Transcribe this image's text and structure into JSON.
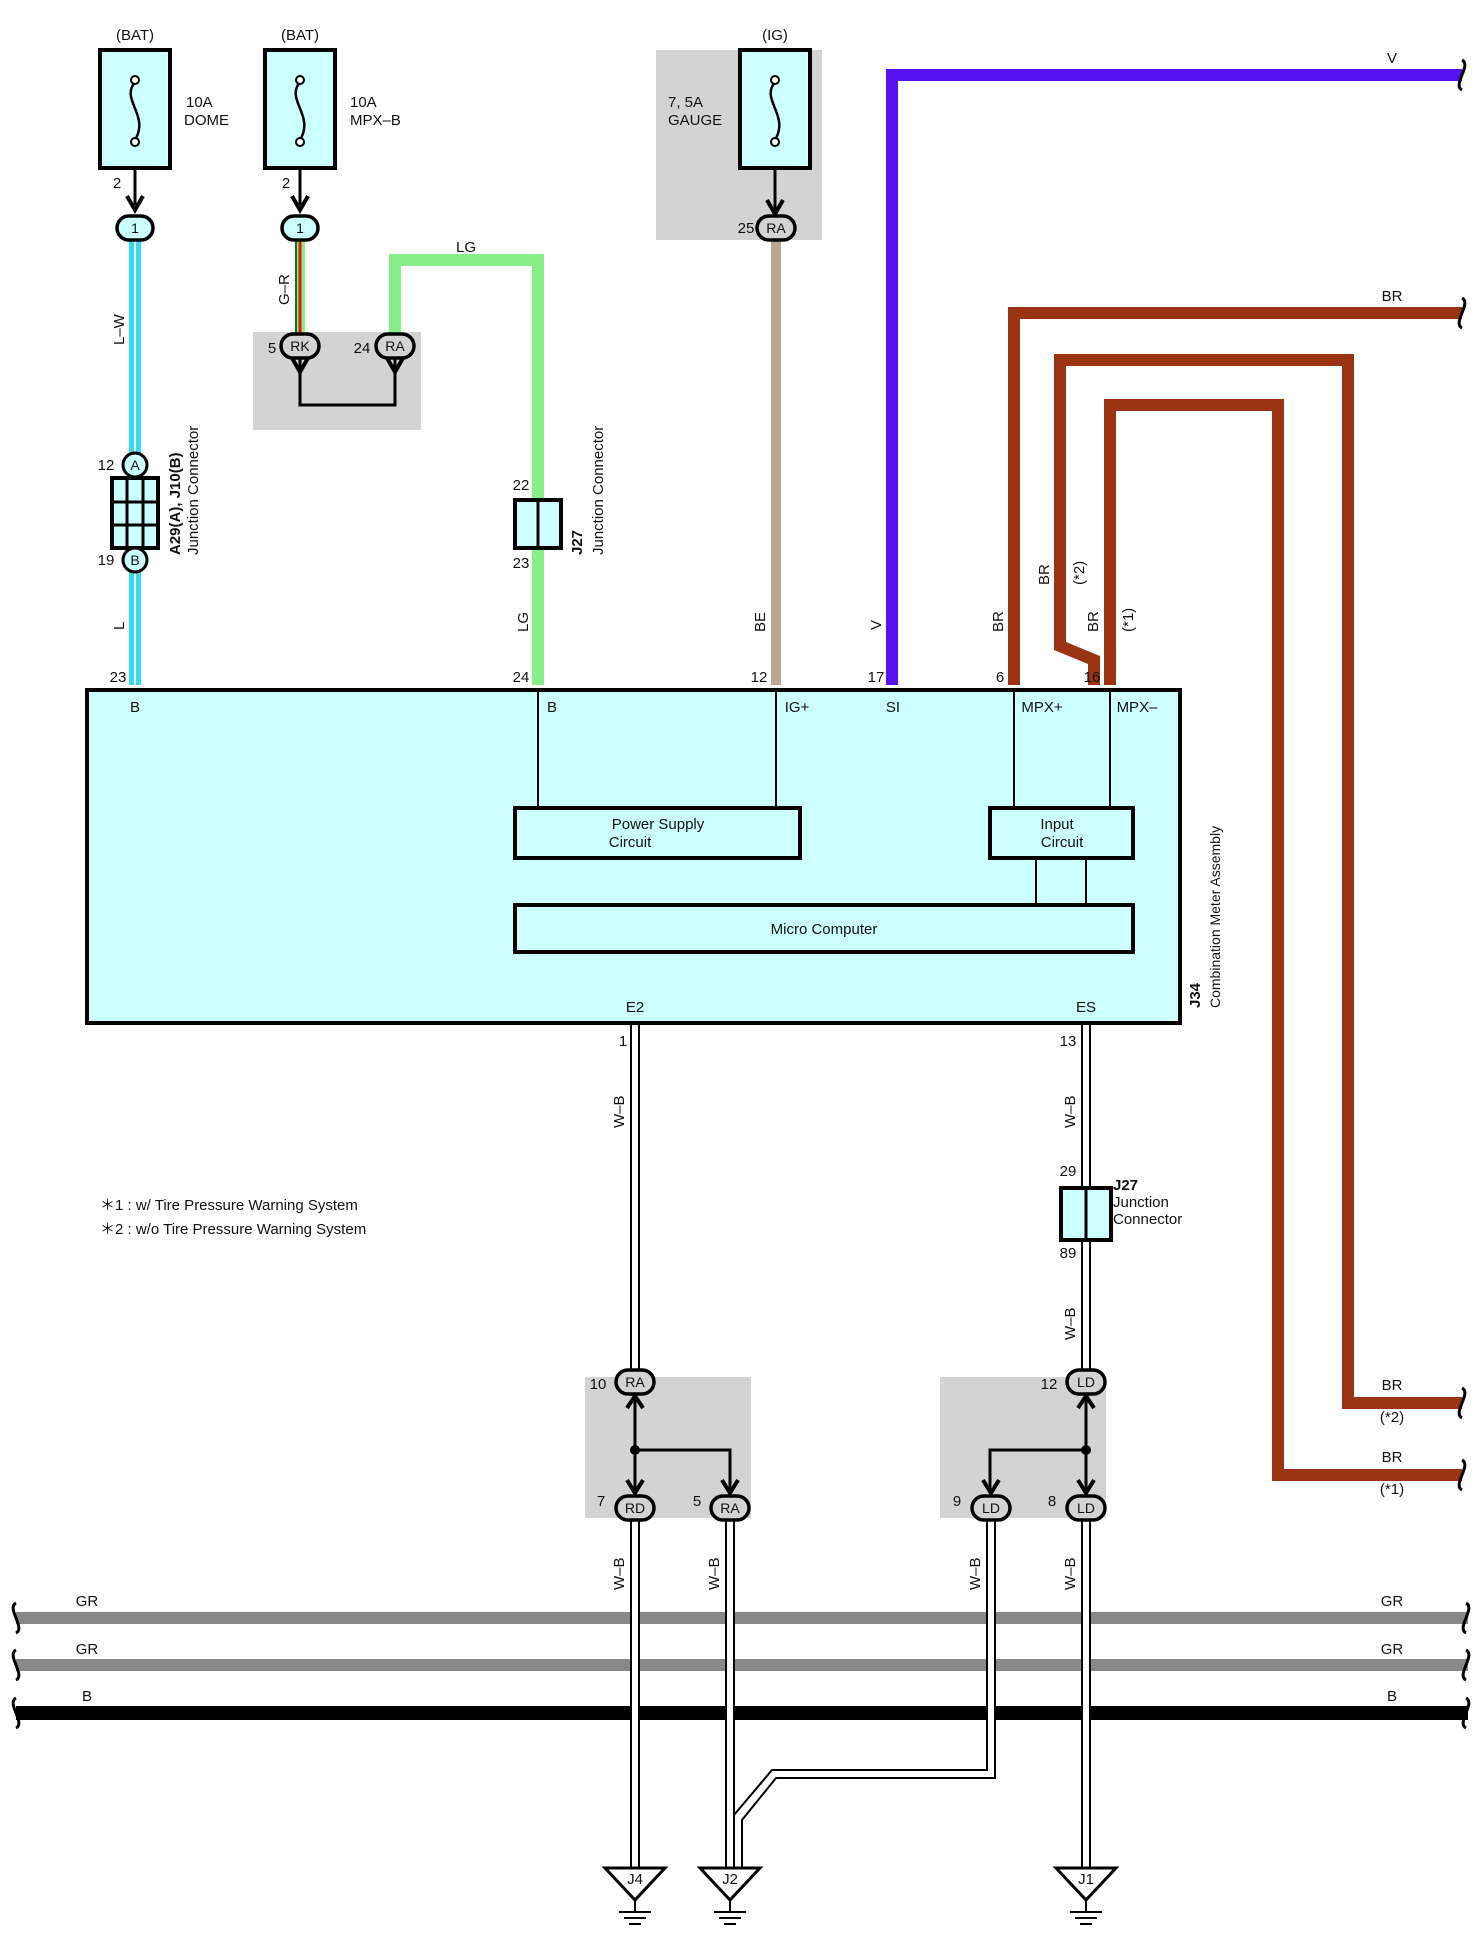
{
  "colors": {
    "cyan_wire": "#33ddee",
    "green_wire": "#88ee88",
    "beige_wire": "#bba593",
    "violet_wire": "#5511ee",
    "brown_wire": "#993311",
    "gray_wire": "#888888",
    "black_wire": "#000000",
    "component_fill": "#ccffff",
    "shade": "#d3d3d3",
    "red": "#ee1111",
    "dark_green": "#117711"
  },
  "fuses": {
    "dome": {
      "source": "(BAT)",
      "rating": "10A",
      "name": "DOME",
      "pin": "2"
    },
    "mpxb": {
      "source": "(BAT)",
      "rating": "10A",
      "name": "MPX–B",
      "pin": "2"
    },
    "gauge": {
      "source": "(IG)",
      "rating": "7, 5A",
      "name": "GAUGE",
      "pin": "25"
    }
  },
  "connectors": {
    "c1": "1",
    "c1b": "1",
    "rk": "RK",
    "rk_pin": "5",
    "ra": "RA",
    "ra_pin": "24",
    "gauge_ra": "RA",
    "a_label": "A",
    "a_pin": "12",
    "b_label": "B",
    "b_pin": "19",
    "junction_a": "A29(A), J10(B)",
    "junction_a_desc": "Junction Connector",
    "j27_top": "J27",
    "j27_top_desc": "Junction Connector",
    "j27_top_pin_in": "22",
    "j27_top_pin_out": "23",
    "j27_bot": "J27",
    "j27_bot_desc1": "Junction",
    "j27_bot_desc2": "Connector",
    "j27_bot_pin_in": "29",
    "j27_bot_pin_out": "89",
    "ra10_pin": "10",
    "ra10": "RA",
    "rd7_pin": "7",
    "rd7": "RD",
    "ra5_pin": "5",
    "ra5": "RA",
    "ld12_pin": "12",
    "ld12": "LD",
    "ld9_pin": "9",
    "ld9": "LD",
    "ld8_pin": "8",
    "ld8": "LD"
  },
  "wires": {
    "lw": "L–W",
    "l": "L",
    "gr_short": "G–R",
    "lg_top": "LG",
    "lg_side": "LG",
    "be": "BE",
    "v_side": "V",
    "v_right": "V",
    "br_right_top": "BR",
    "br_side_a": "BR",
    "br_side_b": "BR",
    "br_side_c": "BR",
    "star2_side": "(*2)",
    "star1_side": "(*1)",
    "br_right_2": "BR",
    "br_right_2_note": "(*2)",
    "br_right_1": "BR",
    "br_right_1_note": "(*1)",
    "wb_1": "W–B",
    "wb_2": "W–B",
    "wb_3": "W–B",
    "wb_4": "W–B",
    "wb_5": "W–B",
    "wb_6": "W–B",
    "wb_7": "W–B",
    "gr1_left": "GR",
    "gr1_right": "GR",
    "gr2_left": "GR",
    "gr2_right": "GR",
    "b_left": "B",
    "b_right": "B"
  },
  "meter": {
    "id": "J34",
    "name": "Combination Meter Assembly",
    "pins": {
      "p23": "23",
      "p24": "24",
      "p12": "12",
      "p17": "17",
      "p6": "6",
      "p16": "16",
      "p1": "1",
      "p13": "13"
    },
    "terminals": {
      "b1": "B",
      "b2": "B",
      "ig": "IG+",
      "si": "SI",
      "mpxp": "MPX+",
      "mpxm": "MPX–",
      "e2": "E2",
      "es": "ES"
    },
    "power_supply_1": "Power Supply",
    "power_supply_2": "Circuit",
    "input_1": "Input",
    "input_2": "Circuit",
    "micro": "Micro Computer"
  },
  "notes": {
    "n1": "＊1 : w/ Tire Pressure Warning System",
    "n2": "＊2 : w/o Tire Pressure Warning System"
  },
  "grounds": {
    "j4": "J4",
    "j2": "J2",
    "j1": "J1"
  }
}
